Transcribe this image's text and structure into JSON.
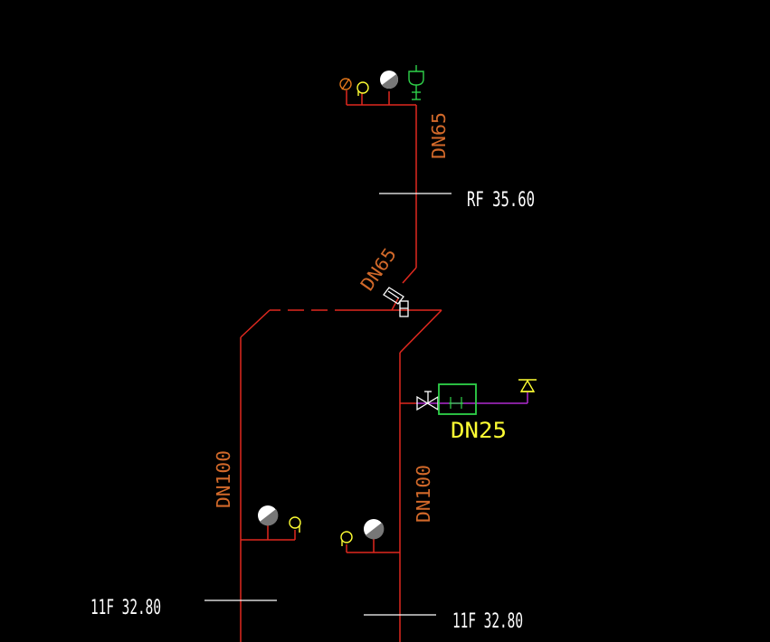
{
  "colors": {
    "background": "#000000",
    "pipe": "#e0291f",
    "label_pipe": "#d2692a",
    "level_text": "#ffffff",
    "level_line": "#ffffff",
    "gauge_orange": "#e0751a",
    "gauge_yellow": "#ffff33",
    "green": "#2fd24a",
    "magenta": "#b02bd0",
    "yellow_text": "#ffff33",
    "valve": "#ffffff"
  },
  "labels": {
    "top_pipe": "DN65",
    "diag_pipe": "DN65",
    "left_pipe": "DN100",
    "right_pipe": "DN100",
    "branch_pipe": "DN25"
  },
  "levels": {
    "roof": "RF 35.60",
    "floor_left": "11F 32.80",
    "floor_right": "11F 32.80"
  }
}
